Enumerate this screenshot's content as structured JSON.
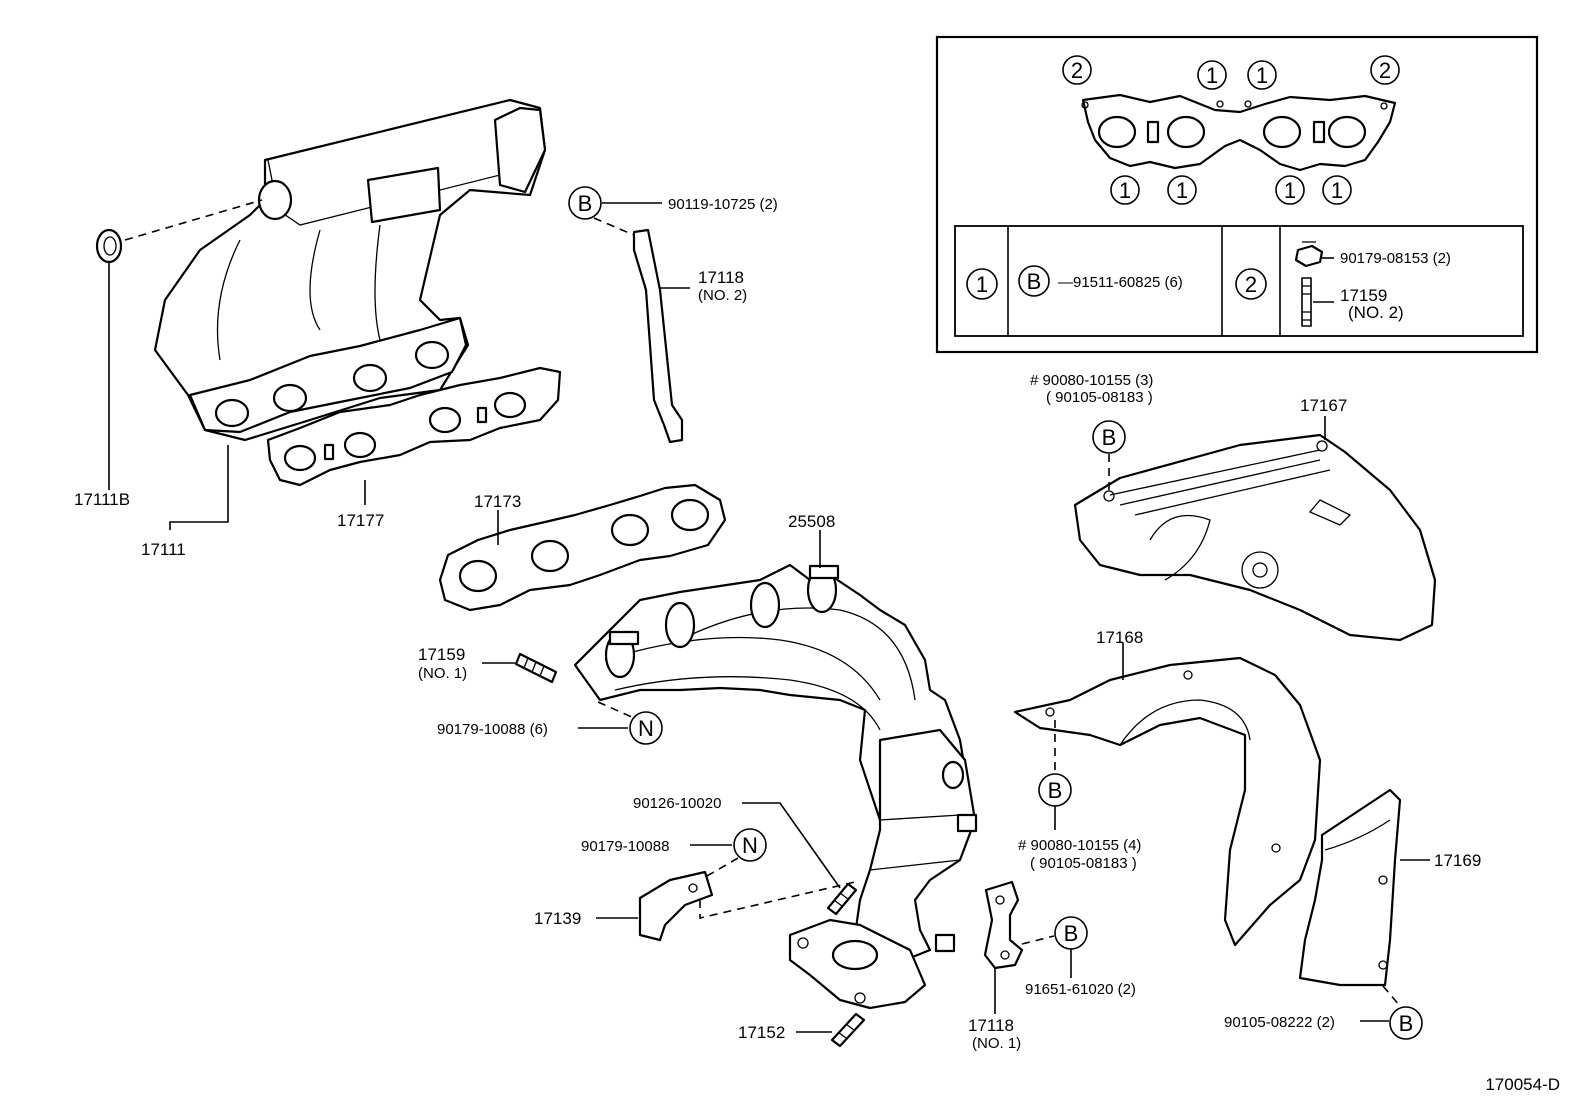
{
  "diagram_id": "170054-D",
  "inset": {
    "gasket_markers": {
      "one": "①",
      "two": "②"
    },
    "legend": {
      "row1_key": "①",
      "row1_fastener_symbol": "B",
      "row1_part": "—91511-60825 (6)",
      "row2_key": "②",
      "row2_nut_part": "90179-08153 (2)",
      "row2_stud_part": "17159",
      "row2_stud_note": "(NO. 2)"
    }
  },
  "symbols": {
    "bolt": "B",
    "nut": "N"
  },
  "labels": {
    "p17111B": "17111B",
    "p17111": "17111",
    "p17177": "17177",
    "p90119": "90119-10725 (2)",
    "p17118_no2": "17118",
    "p17118_no2_note": "(NO. 2)",
    "p17173": "17173",
    "p25508": "25508",
    "p17159_no1": "17159",
    "p17159_no1_note": "(NO. 1)",
    "p90179_10088_6": "90179-10088 (6)",
    "p90126": "90126-10020",
    "p90179_10088": "90179-10088",
    "p17139": "17139",
    "p17152": "17152",
    "p17118_no1": "17118",
    "p17118_no1_note": "(NO. 1)",
    "p91651": "91651-61020 (2)",
    "p90080_3": "#  90080-10155 (3)",
    "p90105_3": "( 90105-08183 )",
    "p17167": "17167",
    "p17168": "17168",
    "p90080_4": "#  90080-10155 (4)",
    "p90105_4": "( 90105-08183 )",
    "p17169": "17169",
    "p90105_08222": "90105-08222 (2)"
  }
}
